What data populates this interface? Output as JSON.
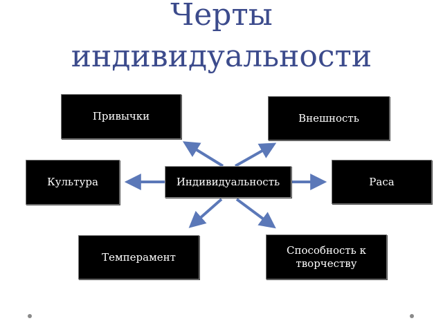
{
  "title": {
    "line1": "Черты",
    "line2": "индивидуальности"
  },
  "diagram": {
    "center": "Индивидуальность",
    "nodes": {
      "habits": "Привычки",
      "appearance": "Внешность",
      "culture": "Культура",
      "race": "Раса",
      "temperament": "Темперамент",
      "creativity": "Способность к творчеству"
    }
  },
  "colors": {
    "title": "#3c4b8c",
    "box_fill": "#000000",
    "box_text": "#ffffff",
    "arrow": "#5b78b8"
  }
}
